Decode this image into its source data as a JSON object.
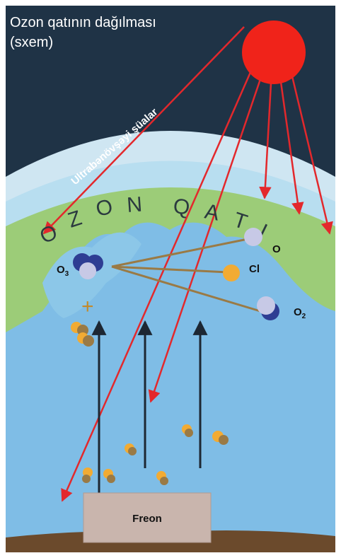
{
  "title_line1": "Ozon qatının dağılması",
  "title_line2": "(sxem)",
  "uv_label": "Ultrabənövşəyi  şüalar",
  "ozone_letters": [
    "O",
    "Z",
    "O",
    "N",
    "Q",
    "A",
    "T",
    "I"
  ],
  "molecules": {
    "o3": "O",
    "o3_sub": "3",
    "o": "O",
    "cl": "Cl",
    "o2": "O",
    "o2_sub": "2"
  },
  "plus_sign": "+",
  "source_label": "Freon",
  "colors": {
    "sky_dark": "#1f3346",
    "sky_light": "#cfe6f2",
    "stratosphere": "#b8def0",
    "ozone_layer": "#9ccc78",
    "lower_atmosphere": "#7fbde6",
    "ground": "#6b4a2c",
    "sun": "#f0231a",
    "uv_ray": "#e3282c",
    "freon_up_arrow": "#1d2733",
    "freon_box": "#c9b5ad"
  }
}
